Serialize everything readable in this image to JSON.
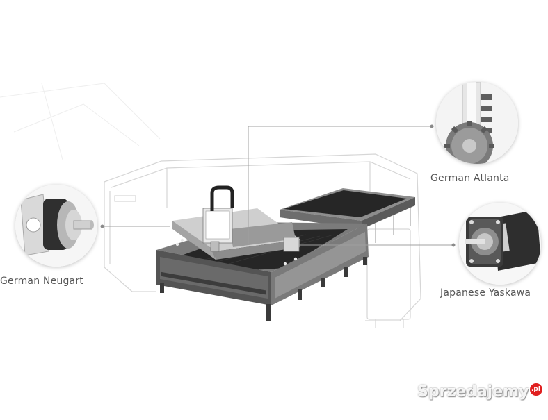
{
  "callouts": {
    "atlanta": {
      "label": "German Atlanta",
      "icon": "rack-and-pinion-gear-icon"
    },
    "yaskawa": {
      "label": "Japanese Yaskawa",
      "icon": "servo-motor-icon"
    },
    "neugart": {
      "label": "German Neugart",
      "icon": "planetary-gearbox-icon"
    }
  },
  "watermark": {
    "text": "Sprzedajemy",
    "tld": ".pl"
  },
  "colors": {
    "frame_dark": "#555555",
    "frame_mid": "#8a8a8a",
    "bed": "#2c2c2c",
    "ghost_line": "#d4d4d4",
    "leader_line": "#999999",
    "watermark_badge": "#e02020"
  }
}
